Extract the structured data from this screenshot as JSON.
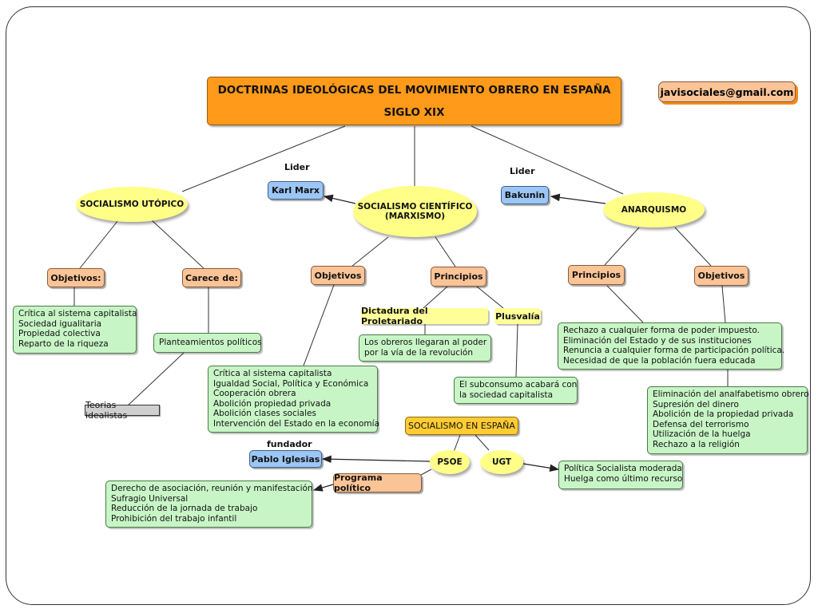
{
  "title": {
    "line1": "DOCTRINAS IDEOLÓGICAS DEL MOVIMIENTO OBRERO EN ESPAÑA",
    "line2": "SIGLO XIX"
  },
  "email": "javisociales@gmail.com",
  "socialismo_utopico": {
    "label": "SOCIALISMO UTÓPICO",
    "objetivos_label": "Objetivos:",
    "objetivos_items": [
      "Crítica al sistema capitalista",
      "Sociedad igualitaria",
      "Propiedad colectiva",
      "Reparto de la riqueza"
    ],
    "carece_label": "Carece de:",
    "carece_item": "Planteamientos políticos",
    "teorias": "Teorias idealistas"
  },
  "socialismo_cientifico": {
    "label_line1": "SOCIALISMO CIENTÍFICO",
    "label_line2": "(MARXISMO)",
    "lider_label": "Lider",
    "lider": "Karl Marx",
    "objetivos_label": "Objetivos",
    "objetivos_items": [
      "Crítica al sistema capitalista",
      "Igualdad Social, Política y Económica",
      "Cooperación obrera",
      "Abolición propiedad privada",
      "Abolición clases sociales",
      "Intervención del Estado en la economía"
    ],
    "principios_label": "Principios",
    "dictadura": "Dictadura del Proletariado",
    "dictadura_items": [
      "Los obreros llegaran al poder",
      "por la vía de la revolución"
    ],
    "plusvalia": "Plusvalía",
    "plusvalia_items": [
      "El subconsumo acabará con",
      "la sociedad capitalista"
    ]
  },
  "anarquismo": {
    "label": "ANARQUISMO",
    "lider_label": "Lider",
    "lider": "Bakunin",
    "principios_label": "Principios",
    "principios_items": [
      "Rechazo a cualquier forma de poder impuesto.",
      "Eliminación del Estado y de sus instituciones",
      "Renuncia a cualquier forma de participación política.",
      "Necesidad de que la población fuera educada"
    ],
    "objetivos_label": "Objetivos",
    "objetivos_items": [
      "Eliminación del analfabetismo obrero",
      "Supresión del dinero",
      "Abolición de la propiedad privada",
      "Defensa del terrorismo",
      "Utilización de la huelga",
      "Rechazo a la religión"
    ]
  },
  "espana": {
    "label": "SOCIALISMO EN ESPAÑA",
    "psoe": "PSOE",
    "ugt": "UGT",
    "fundador_label": "fundador",
    "fundador": "Pablo Iglesias",
    "programa_label": "Programa político",
    "programa_items": [
      "Derecho de asociación, reunión y manifestación",
      "Sufragio Universal",
      "Reducción de la jornada de trabajo",
      "Prohibición del trabajo infantil"
    ],
    "ugt_items": [
      "Política Socialista moderada",
      "Huelga como último recurso"
    ]
  }
}
